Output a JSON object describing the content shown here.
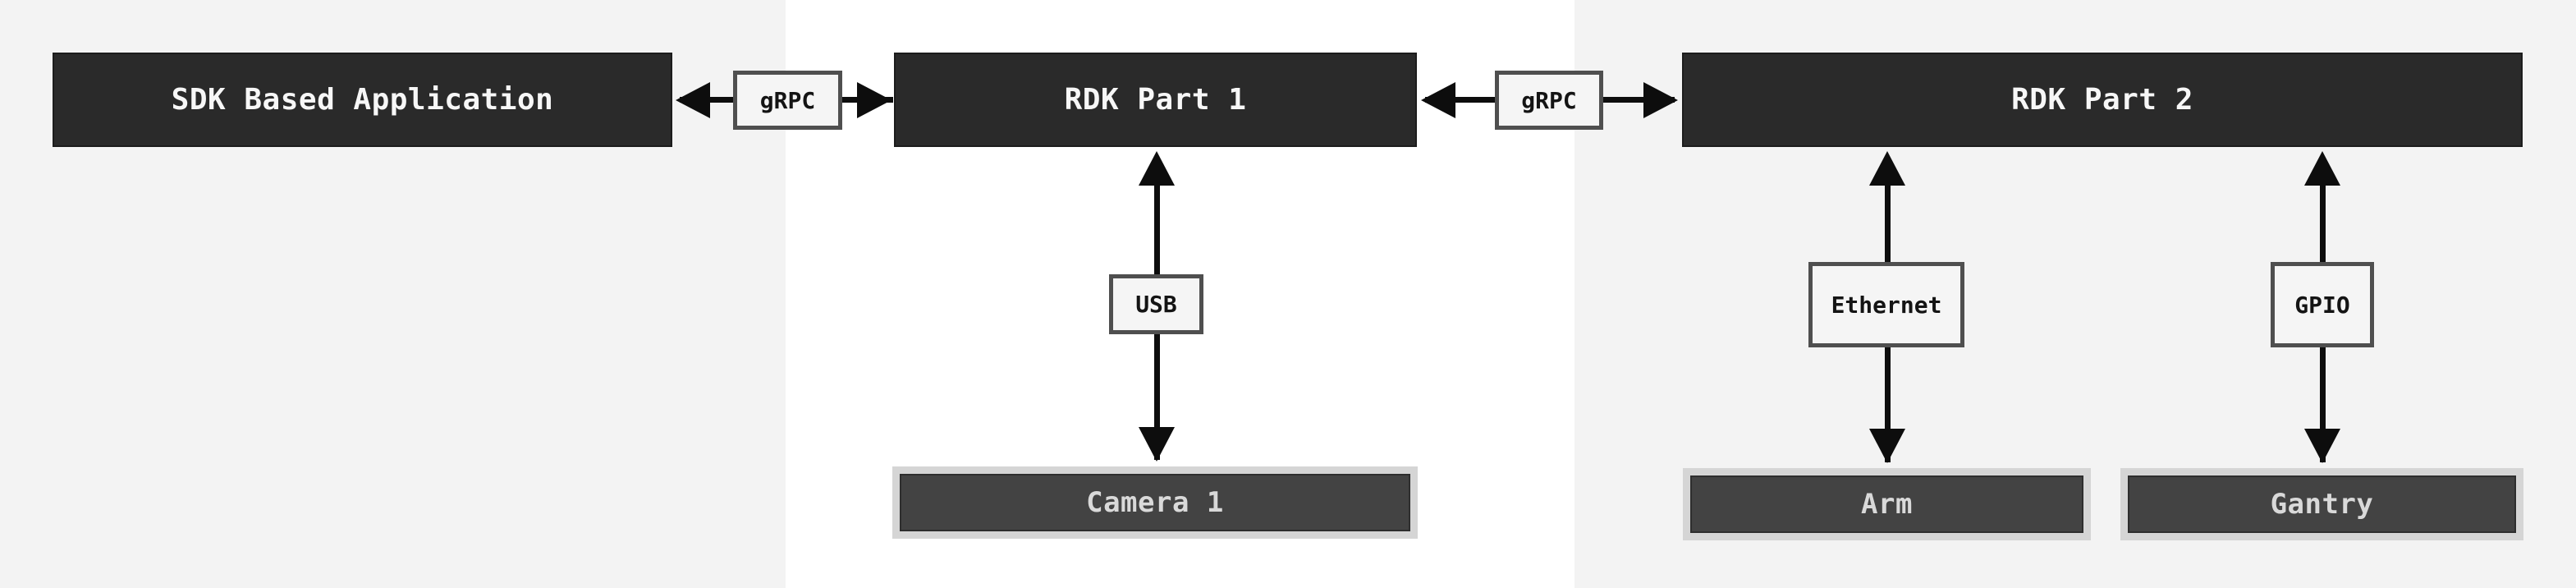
{
  "diagram": {
    "nodes": {
      "sdk_app": {
        "label": "SDK Based Application"
      },
      "rdk_part_1": {
        "label": "RDK Part 1"
      },
      "rdk_part_2": {
        "label": "RDK Part 2"
      },
      "camera_1": {
        "label": "Camera 1"
      },
      "arm": {
        "label": "Arm"
      },
      "gantry": {
        "label": "Gantry"
      }
    },
    "connection_labels": {
      "grpc_1": {
        "label": "gRPC"
      },
      "grpc_2": {
        "label": "gRPC"
      },
      "usb": {
        "label": "USB"
      },
      "ethernet": {
        "label": "Ethernet"
      },
      "gpio": {
        "label": "GPIO"
      }
    },
    "edges": [
      {
        "from": "SDK Based Application",
        "to": "RDK Part 1",
        "label": "gRPC",
        "bidirectional": true
      },
      {
        "from": "RDK Part 1",
        "to": "RDK Part 2",
        "label": "gRPC",
        "bidirectional": true
      },
      {
        "from": "RDK Part 1",
        "to": "Camera 1",
        "label": "USB",
        "bidirectional": true
      },
      {
        "from": "RDK Part 2",
        "to": "Arm",
        "label": "Ethernet",
        "bidirectional": true
      },
      {
        "from": "RDK Part 2",
        "to": "Gantry",
        "label": "GPIO",
        "bidirectional": true
      }
    ],
    "colors": {
      "bg_side": "#f3f3f3",
      "bg_middle": "#ffffff",
      "node_fill": "#2a2a2a",
      "node_border": "#1c1c1c",
      "node_text": "#f7f7f7",
      "device_frame": "#d5d5d5",
      "device_fill": "#434343",
      "device_inner_border": "#2e2e2e",
      "device_text": "#d9d9d9",
      "label_fill": "#f5f5f5",
      "label_border": "#4f4f4f",
      "label_text": "#141414",
      "arrow": "#0d0d0d"
    }
  }
}
